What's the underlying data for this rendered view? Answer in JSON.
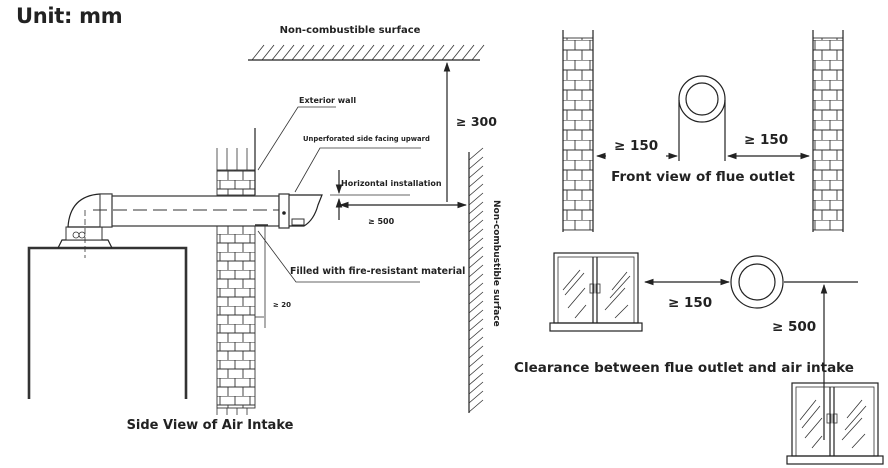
{
  "unit_label": "Unit: mm",
  "side_view": {
    "title": "Side View of Air Intake",
    "ceiling_label": "Non-combustible surface",
    "side_surface_label": "Non-combustible surface",
    "exterior_wall_label": "Exterior wall",
    "unperforated_label": "Unperforated side facing upward",
    "horizontal_label": "Horizontal installation",
    "filled_label": "Filled with fire-resistant material",
    "dim_top": "≥ 300",
    "dim_side": "≥ 500",
    "dim_wall": "≥ 20"
  },
  "front_view": {
    "title": "Front view of flue outlet",
    "dim_left": "≥ 150",
    "dim_right": "≥ 150"
  },
  "clearance_view": {
    "title": "Clearance between flue outlet and air intake",
    "dim_horizontal": "≥ 150",
    "dim_vertical": "≥ 500"
  }
}
